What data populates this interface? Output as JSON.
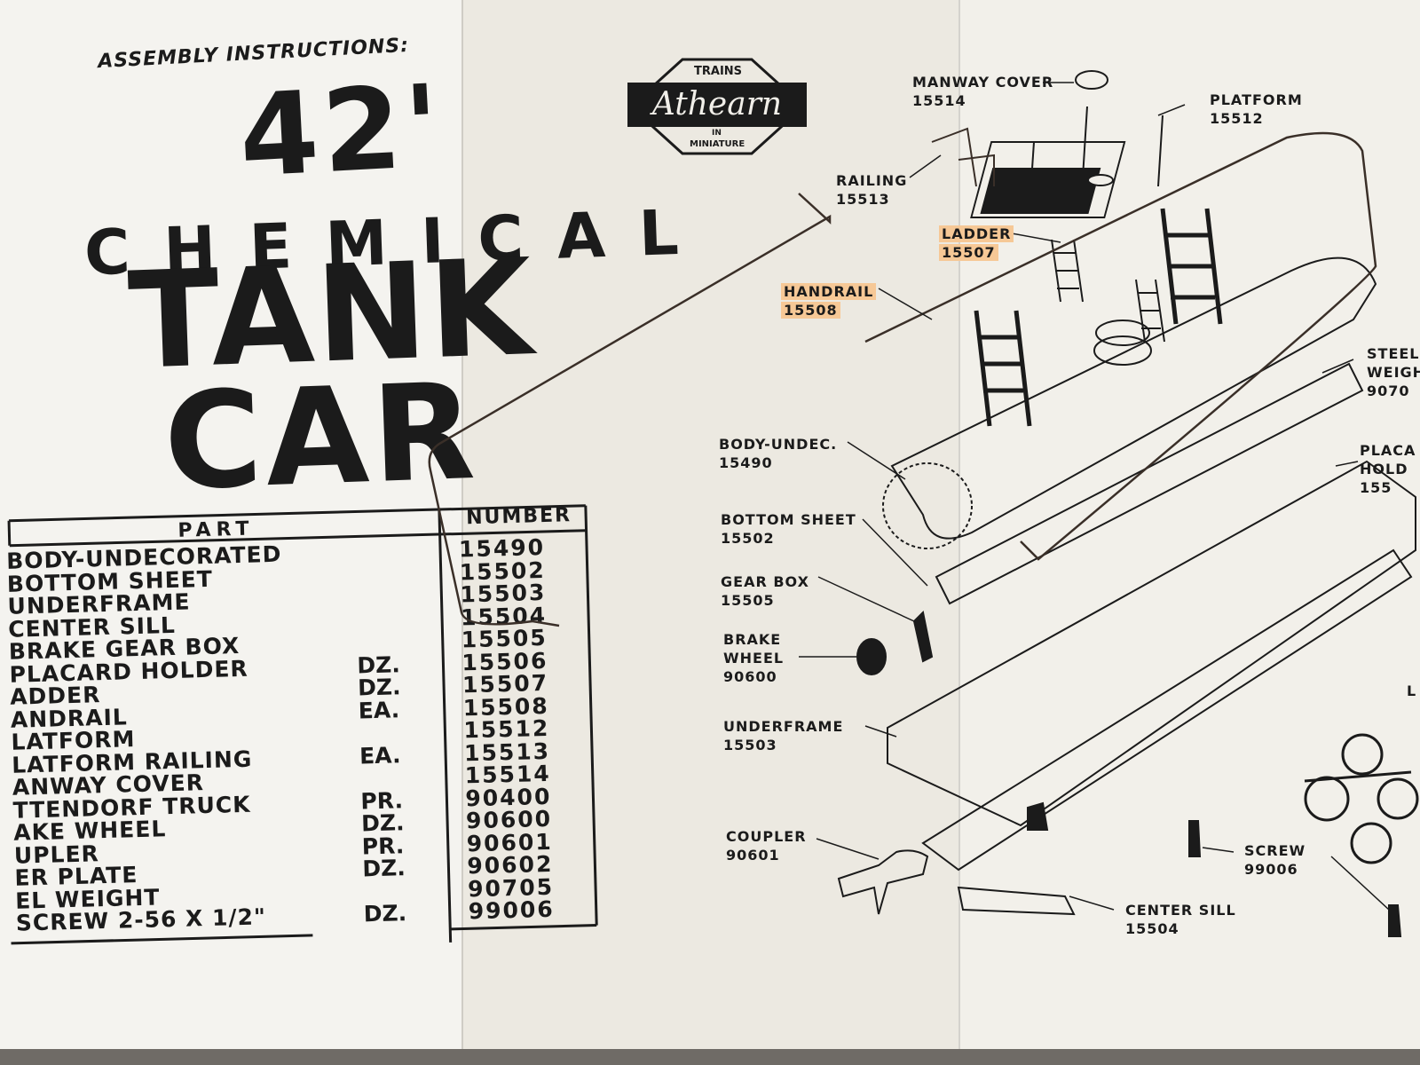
{
  "header": {
    "assembly": "ASSEMBLY INSTRUCTIONS:",
    "size": "42'",
    "line1": "CHEMICAL",
    "line2": "TANK",
    "line3": "CAR"
  },
  "logo": {
    "top": "TRAINS",
    "brand": "Athearn",
    "in": "IN",
    "bottom": "MINIATURE"
  },
  "table": {
    "part_header": "PART",
    "number_header": "NUMBER",
    "rows": [
      {
        "name": "BODY-UNDECORATED",
        "unit": "",
        "number": "15490"
      },
      {
        "name": "BOTTOM SHEET",
        "unit": "",
        "number": "15502"
      },
      {
        "name": "UNDERFRAME",
        "unit": "",
        "number": "15503"
      },
      {
        "name": "CENTER SILL",
        "unit": "",
        "number": "15504"
      },
      {
        "name": "BRAKE GEAR BOX",
        "unit": "",
        "number": "15505"
      },
      {
        "name": "PLACARD HOLDER",
        "unit": "DZ.",
        "number": "15506"
      },
      {
        "name": "ADDER",
        "unit": "DZ.",
        "number": "15507"
      },
      {
        "name": "ANDRAIL",
        "unit": "EA.",
        "number": "15508"
      },
      {
        "name": "LATFORM",
        "unit": "",
        "number": "15512"
      },
      {
        "name": "LATFORM RAILING",
        "unit": "EA.",
        "number": "15513"
      },
      {
        "name": "ANWAY COVER",
        "unit": "",
        "number": "15514"
      },
      {
        "name": "TTENDORF TRUCK",
        "unit": "PR.",
        "number": "90400"
      },
      {
        "name": "AKE WHEEL",
        "unit": "DZ.",
        "number": "90600"
      },
      {
        "name": "UPLER",
        "unit": "PR.",
        "number": "90601"
      },
      {
        "name": "ER PLATE",
        "unit": "DZ.",
        "number": "90602"
      },
      {
        "name": "EL WEIGHT",
        "unit": "",
        "number": "90705"
      },
      {
        "name": "SCREW 2-56 X 1/2\"",
        "unit": "DZ.",
        "number": "99006"
      }
    ]
  },
  "labels": {
    "manway": {
      "name": "MANWAY COVER",
      "num": "15514"
    },
    "platform": {
      "name": "PLATFORM",
      "num": "15512"
    },
    "railing": {
      "name": "RAILING",
      "num": "15513"
    },
    "ladder": {
      "name": "LADDER",
      "num": "15507"
    },
    "handrail": {
      "name": "HANDRAIL",
      "num": "15508"
    },
    "steel": {
      "name": "STEEL",
      "name2": "WEIGHT",
      "num": "9070"
    },
    "body": {
      "name": "BODY-UNDEC.",
      "num": "15490"
    },
    "placard": {
      "name": "PLACA",
      "name2": "HOLD",
      "num": "155"
    },
    "bottom": {
      "name": "BOTTOM SHEET",
      "num": "15502"
    },
    "gear": {
      "name": "GEAR BOX",
      "num": "15505"
    },
    "brake": {
      "name": "BRAKE",
      "name2": "WHEEL",
      "num": "90600"
    },
    "under": {
      "name": "UNDERFRAME",
      "num": "15503"
    },
    "coupler": {
      "name": "COUPLER",
      "num": "90601"
    },
    "screw": {
      "name": "SCREW",
      "num": "99006"
    },
    "center": {
      "name": "CENTER SILL",
      "num": "15504"
    },
    "edge_l": "L"
  }
}
